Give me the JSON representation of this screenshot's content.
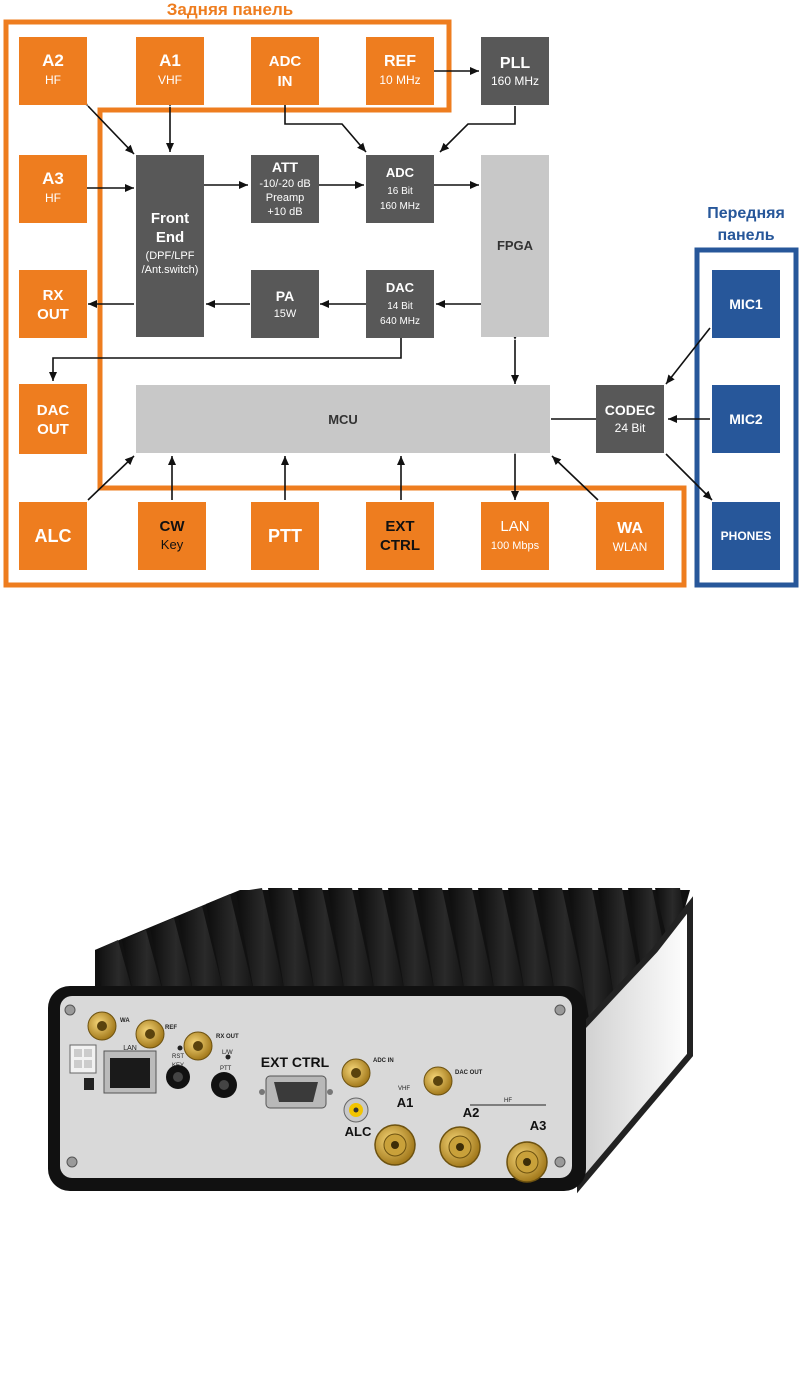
{
  "colors": {
    "orange": "#ee7d1f",
    "blue": "#27579a",
    "dark_gray": "#585858",
    "light_gray": "#c8c8c8",
    "white": "#ffffff"
  },
  "panels": {
    "rear": "Задняя панель",
    "front_line1": "Передняя",
    "front_line2": "панель"
  },
  "blocks": {
    "a2": {
      "l1": "A2",
      "l2": "HF"
    },
    "a1": {
      "l1": "A1",
      "l2": "VHF"
    },
    "adcin": {
      "l1": "ADC",
      "l2": "IN"
    },
    "ref": {
      "l1": "REF",
      "l2": "10 MHz"
    },
    "pll": {
      "l1": "PLL",
      "l2": "160 MHz"
    },
    "a3": {
      "l1": "A3",
      "l2": "HF"
    },
    "fe": {
      "l1": "Front",
      "l2": "End",
      "l3": "(DPF/LPF",
      "l4": "/Ant.switch)"
    },
    "att": {
      "l1": "ATT",
      "l2": "-10/-20 dB",
      "l3": "Preamp",
      "l4": "+10 dB"
    },
    "adc": {
      "l1": "ADC",
      "l2": "16 Bit",
      "l3": "160 MHz"
    },
    "fpga": {
      "l1": "FPGA"
    },
    "rxout": {
      "l1": "RX",
      "l2": "OUT"
    },
    "pa": {
      "l1": "PA",
      "l2": "15W"
    },
    "dac": {
      "l1": "DAC",
      "l2": "14 Bit",
      "l3": "640 MHz"
    },
    "dacout": {
      "l1": "DAC",
      "l2": "OUT"
    },
    "mcu": {
      "l1": "MCU"
    },
    "codec": {
      "l1": "CODEC",
      "l2": "24 Bit"
    },
    "mic1": {
      "l1": "MIC1"
    },
    "mic2": {
      "l1": "MIC2"
    },
    "phones": {
      "l1": "PHONES"
    },
    "alc": {
      "l1": "ALC"
    },
    "cw": {
      "l1": "CW",
      "l2": "Key"
    },
    "ptt": {
      "l1": "PTT"
    },
    "ext": {
      "l1": "EXT",
      "l2": "CTRL"
    },
    "lan": {
      "l1": "LAN",
      "l2": "100 Mbps"
    },
    "wa": {
      "l1": "WA",
      "l2": "WLAN"
    }
  },
  "device_labels": {
    "wa": "WA",
    "ref": "REF",
    "rx_out": "RX OUT",
    "rst": "RST",
    "key": "KEY",
    "lw": "L/W",
    "ptt": "PTT",
    "lan": "LAN",
    "ext_ctrl": "EXT CTRL",
    "adc_in": "ADC IN",
    "dac_out": "DAC OUT",
    "vhf": "VHF",
    "hf": "HF",
    "a1": "A1",
    "a2": "A2",
    "a3": "A3",
    "alc": "ALC"
  }
}
